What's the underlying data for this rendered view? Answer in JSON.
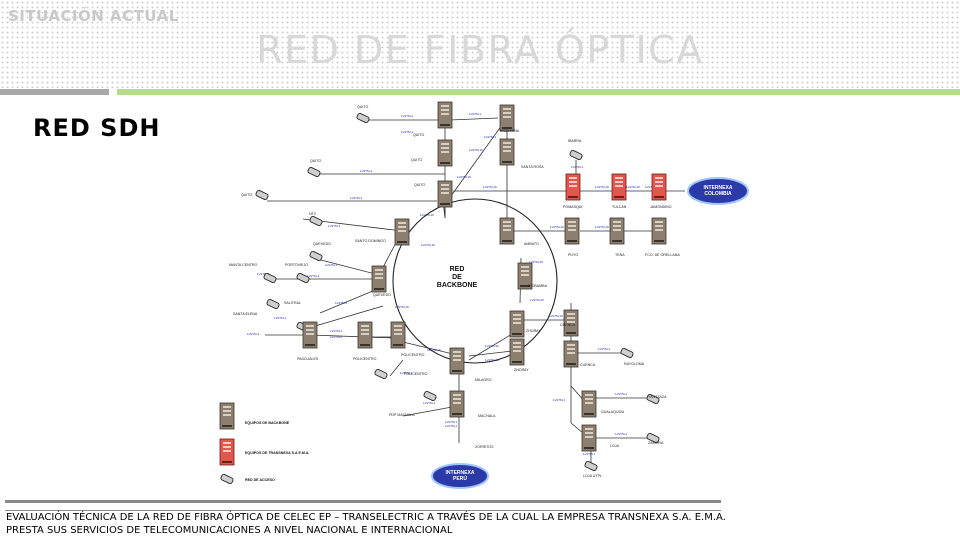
{
  "header": {
    "section": "SITUACIÓN ACTUAL",
    "title": "RED DE FIBRA ÓPTICA",
    "subtitle": "RED SDH"
  },
  "colors": {
    "accent_green": "#b6dd8a",
    "accent_gray": "#a8a8a8",
    "equipment_backbone": "#8c7f70",
    "equipment_transnexa": "#e2564d",
    "cloud_fill": "#2b3aa8"
  },
  "diagram": {
    "core_label": "RED DE BACKBONE",
    "clouds": [
      "INTERNEXA COLOMBIA",
      "INTERNEXA PERÚ"
    ],
    "legend": {
      "backbone": "EQUIPOS DE BACKBONE",
      "transnexa": "EQUIPOS DE TRANSNEXA S.A E.M.A.",
      "access": "RED DE ACCESO"
    },
    "nodes": [
      "QUITO",
      "QUITO",
      "QUITO",
      "QUITO",
      "QUITO",
      "VICENTINA",
      "SANTA ROSA",
      "IBARRA",
      "POMASQUI",
      "TULCÁN",
      "JAMONDINO",
      "AMBATO",
      "PUYO",
      "TENA",
      "FCO. DE ORELLANA",
      "RIOBAMBA",
      "SANTO DOMINGO",
      "QUEVEDO",
      "QUEVEDO",
      "MANTA CENTRO",
      "PORTOVIEJO",
      "SALITRAL",
      "SANTA ELENA",
      "PASCUALES",
      "POLICENTRO",
      "POLICENTRO",
      "MILAGRO",
      "ZHORAY",
      "ZHORAY",
      "CUENCA",
      "CUENCA",
      "RAYOLOMA",
      "GUALAQUIZA",
      "YANTZAZA",
      "LOJA",
      "ZAMORA",
      "LOJA UTPL",
      "PDP MACHALA",
      "MACHALA",
      "ZORRITOS",
      "NTV"
    ]
  },
  "footer": {
    "line1": "EVALUACIÓN TÉCNICA DE LA RED DE FIBRA ÓPTICA DE CELEC EP – TRANSELECTRIC A TRAVÉS DE LA CUAL LA EMPRESA TRANSNEXA S.A. E.M.A.",
    "line2": "PRESTA SUS SERVICIOS DE TELECOMUNICACIONES  A NIVEL NACIONAL E INTERNACIONAL"
  }
}
